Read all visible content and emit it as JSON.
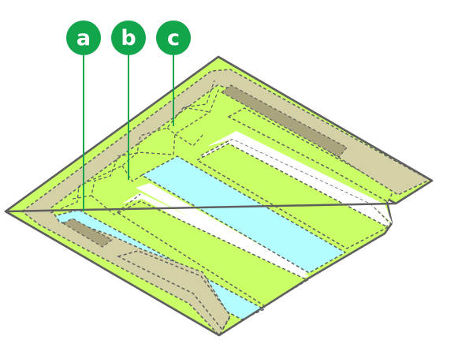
{
  "callouts": [
    {
      "id": "a",
      "label": "a"
    },
    {
      "id": "b",
      "label": "b"
    },
    {
      "id": "c",
      "label": "c"
    }
  ],
  "colors": {
    "outline": "#5f5f5f",
    "ground": "#cbff66",
    "path": "#d4d1a6",
    "water": "#b3fcff",
    "sediment": "#aaa47e",
    "callout": "#12a54b",
    "background": "#ffffff"
  }
}
